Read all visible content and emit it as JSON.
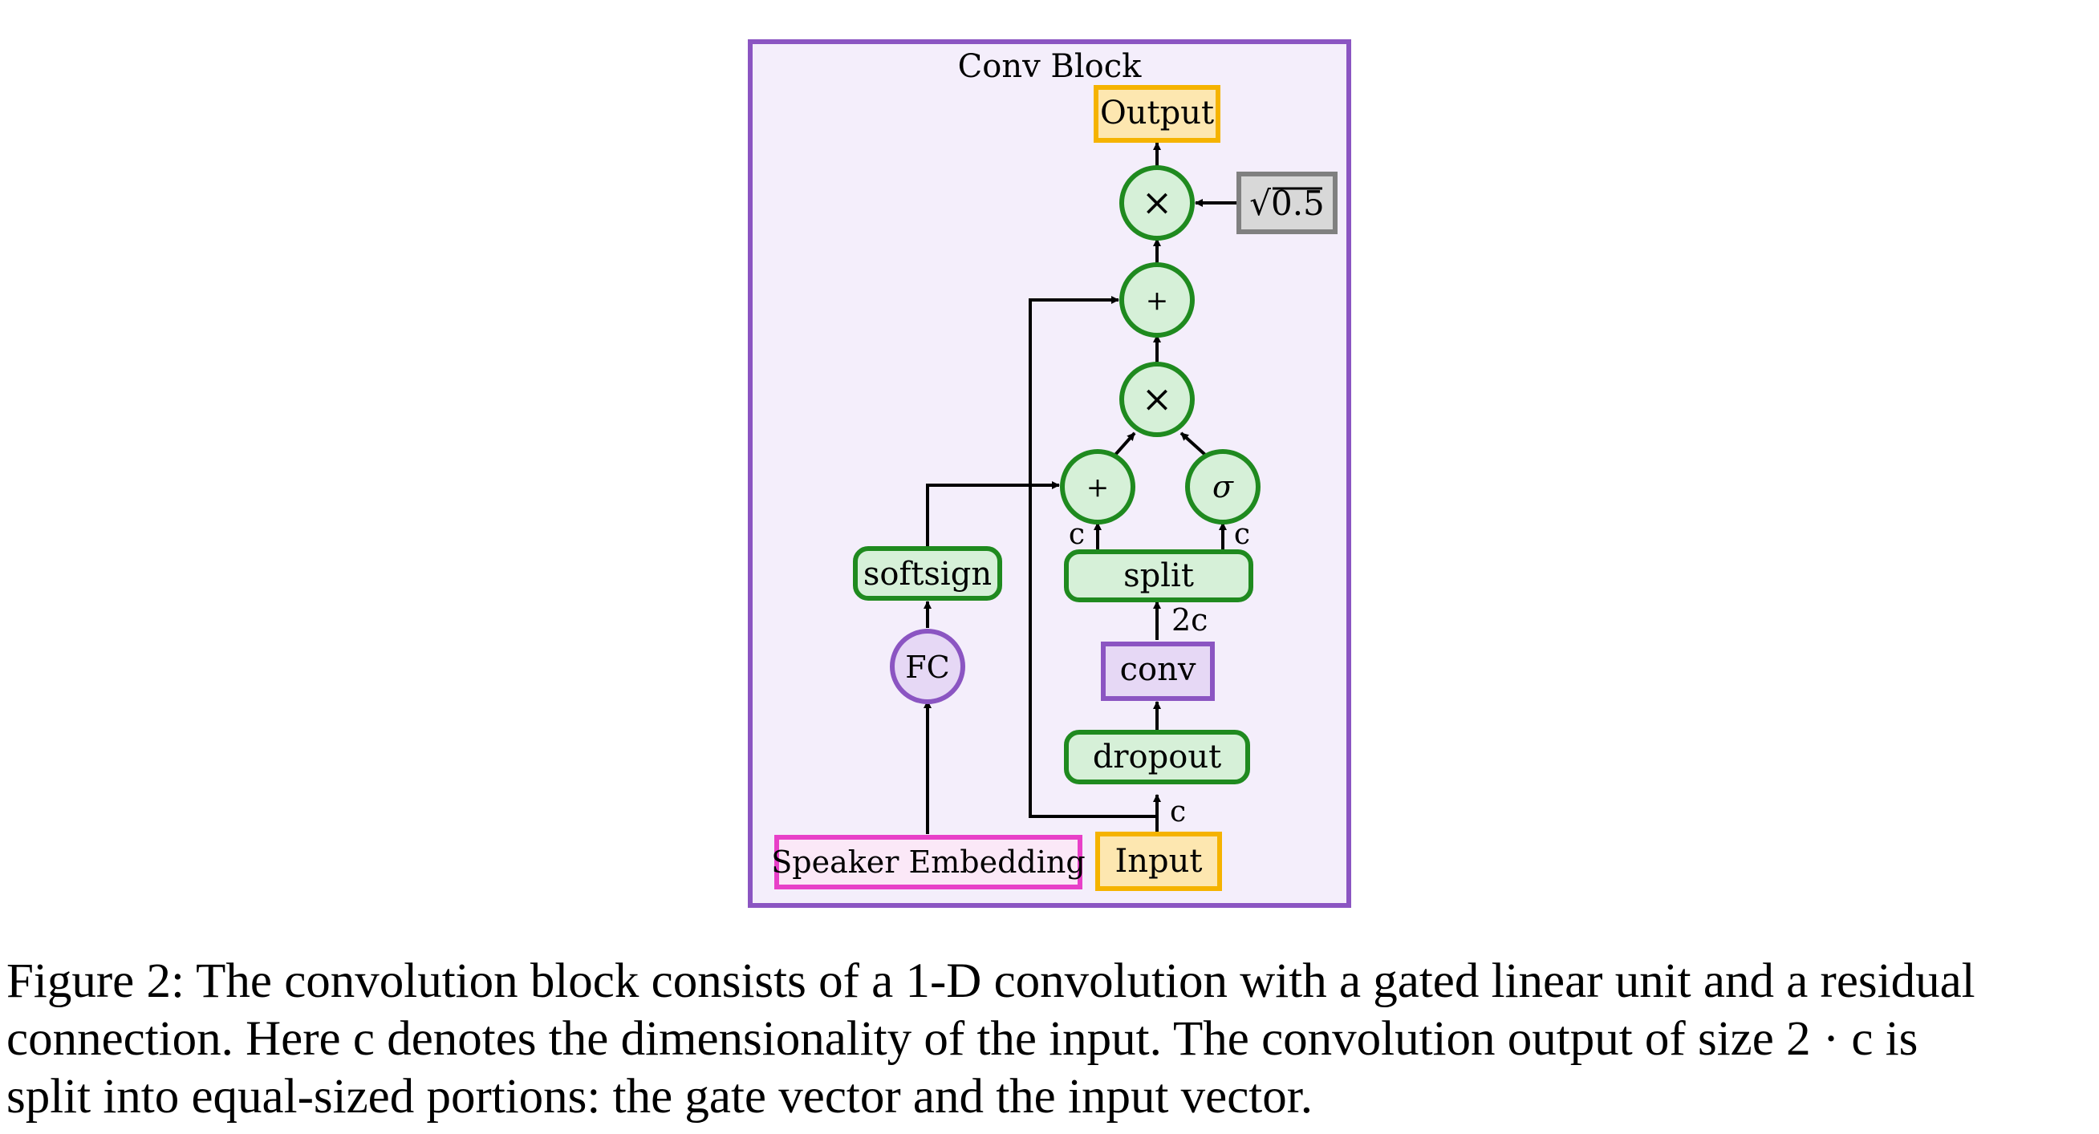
{
  "block_title": "Conv Block",
  "nodes": {
    "output": "Output",
    "scale": "√0.5",
    "multiply_top": "×",
    "plus_residual": "+",
    "multiply_gate": "×",
    "plus_speaker": "+",
    "sigmoid": "σ",
    "split": "split",
    "conv": "conv",
    "dropout": "dropout",
    "input": "Input",
    "softsign": "softsign",
    "fc": "FC",
    "speaker_embedding": "Speaker Embedding"
  },
  "edge_labels": {
    "split_left": "c",
    "split_right": "c",
    "conv_out": "2c",
    "input_out": "c"
  },
  "caption": {
    "line1": "Figure 2: The convolution block consists of a 1-D convolution with a gated linear unit and a residual",
    "line2": "connection.  Here c denotes the dimensionality of the input.  The convolution output of size 2 · c is",
    "line3": "split into equal-sized portions: the gate vector and the input vector."
  },
  "colors": {
    "block_fill": "#f4eefb",
    "block_border": "#8b55c2",
    "green_fill": "#d6f0d8",
    "green_border": "#1f8a1f",
    "io_fill": "#fde7b0",
    "io_border": "#f5b300",
    "conv_fill": "#e6d8f5",
    "conv_border": "#8b55c2",
    "speaker_border": "#e840c8",
    "scale_fill": "#d8d8d8",
    "scale_border": "#808080"
  }
}
